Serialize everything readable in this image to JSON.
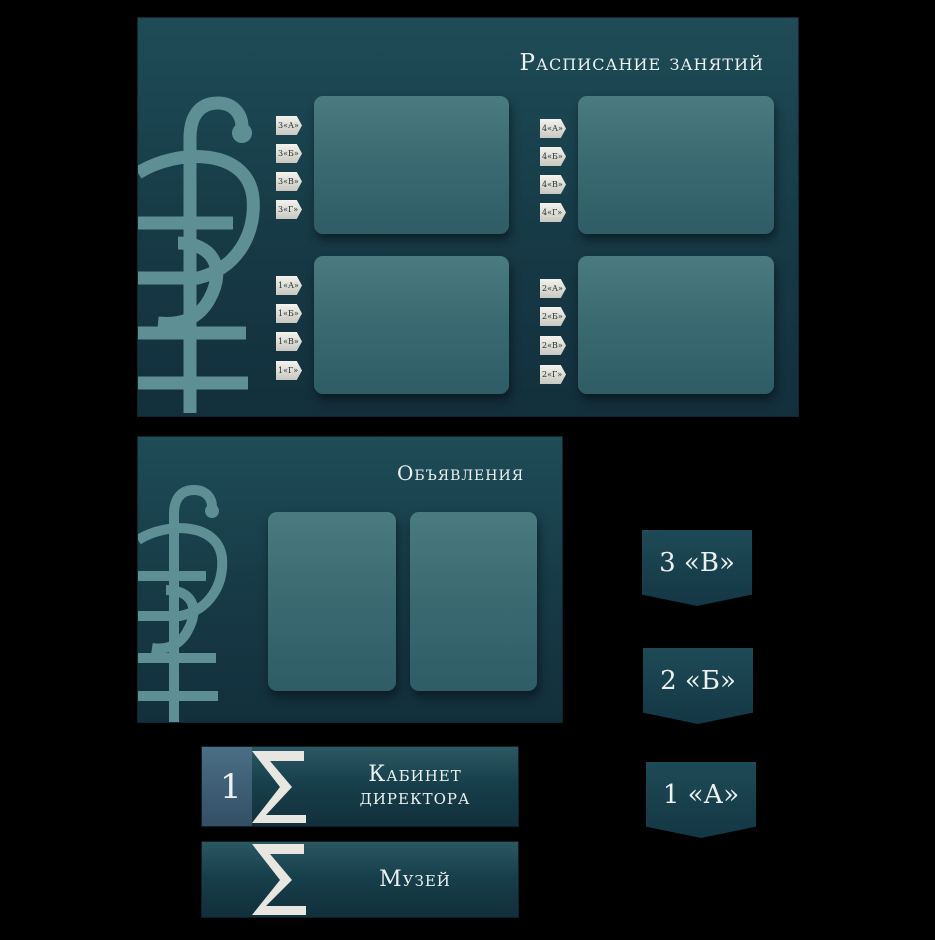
{
  "schedule_board": {
    "title": "Расписание занятий",
    "groups": [
      {
        "tags": [
          "3«А»",
          "3«Б»",
          "3«В»",
          "3«Г»"
        ]
      },
      {
        "tags": [
          "4«А»",
          "4«Б»",
          "4«В»",
          "4«Г»"
        ]
      },
      {
        "tags": [
          "1«А»",
          "1«Б»",
          "1«В»",
          "1«Г»"
        ]
      },
      {
        "tags": [
          "2«А»",
          "2«Б»",
          "2«В»",
          "2«Г»"
        ]
      }
    ]
  },
  "announcements_board": {
    "title": "Объявления"
  },
  "class_signs": [
    "3 «В»",
    "2 «Б»",
    "1 «А»"
  ],
  "door_plates": [
    {
      "number": "1",
      "line1": "Кабинет",
      "line2": "директора"
    },
    {
      "number": "",
      "line1": "Музей",
      "line2": ""
    }
  ],
  "colors": {
    "board": "#17404c",
    "panel": "#3f6f75",
    "logo": "#5e8f94",
    "text": "#ecf1f0"
  },
  "icons": [
    "school-logo-emblem",
    "sigma-emblem"
  ]
}
